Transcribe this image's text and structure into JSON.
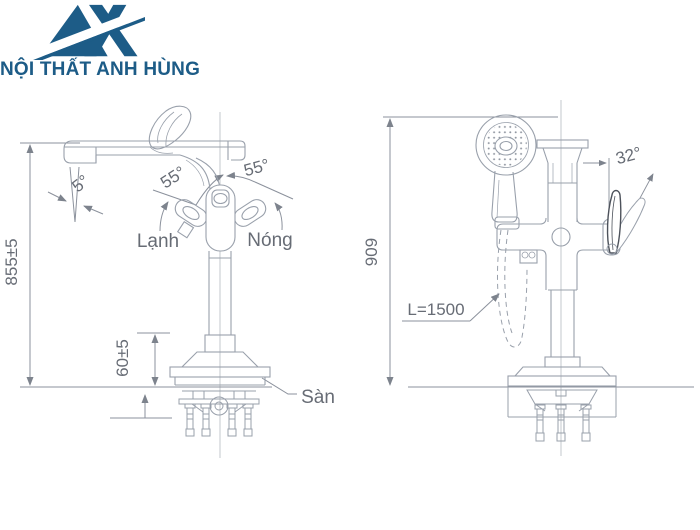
{
  "logo": {
    "brand_name": "NỘI THẤT ANH HÙNG",
    "brand_color": "#1d5c87",
    "icon": "anh-hung-monogram"
  },
  "diagram": {
    "line_color": "#99a0ab",
    "dim_color": "#8b919c",
    "text_color": "#676c75",
    "left_figure": {
      "name": "floor-standing-tub-faucet-front-view",
      "labels": {
        "spout_tilt_angle": "5°",
        "swivel_angle_left": "55°",
        "swivel_angle_right": "55°",
        "cold_handle": "Lạnh",
        "hot_handle": "Nóng",
        "overall_height": "855±5",
        "base_cover_height": "60±5",
        "floor": "Sàn"
      }
    },
    "right_figure": {
      "name": "floor-standing-tub-faucet-side-view",
      "labels": {
        "lever_rotation_angle": "32°",
        "overall_height": "909",
        "hose_length": "L=1500"
      }
    }
  }
}
